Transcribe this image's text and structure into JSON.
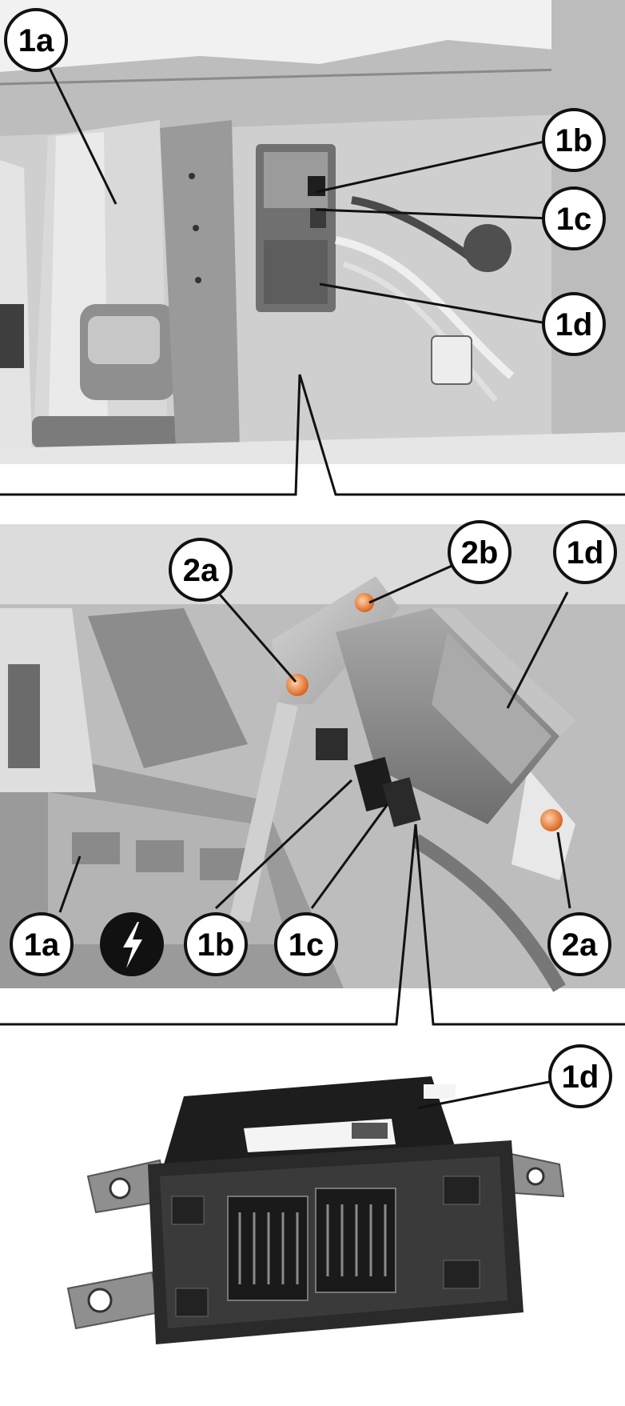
{
  "panels": [
    {
      "id": "top",
      "callouts": [
        {
          "label": "1a"
        },
        {
          "label": "1b"
        },
        {
          "label": "1c"
        },
        {
          "label": "1d"
        }
      ]
    },
    {
      "id": "middle",
      "callouts": [
        {
          "label": "2a"
        },
        {
          "label": "2b"
        },
        {
          "label": "1d"
        },
        {
          "label": "1a"
        },
        {
          "label": "1b"
        },
        {
          "label": "1c"
        },
        {
          "label": "2a"
        }
      ],
      "warning_icon": "lightning-bolt-icon"
    },
    {
      "id": "bottom",
      "callouts": [
        {
          "label": "1d"
        }
      ]
    }
  ],
  "colors": {
    "fastener": "#e8772e",
    "line": "#111111",
    "background": "#ffffff"
  }
}
